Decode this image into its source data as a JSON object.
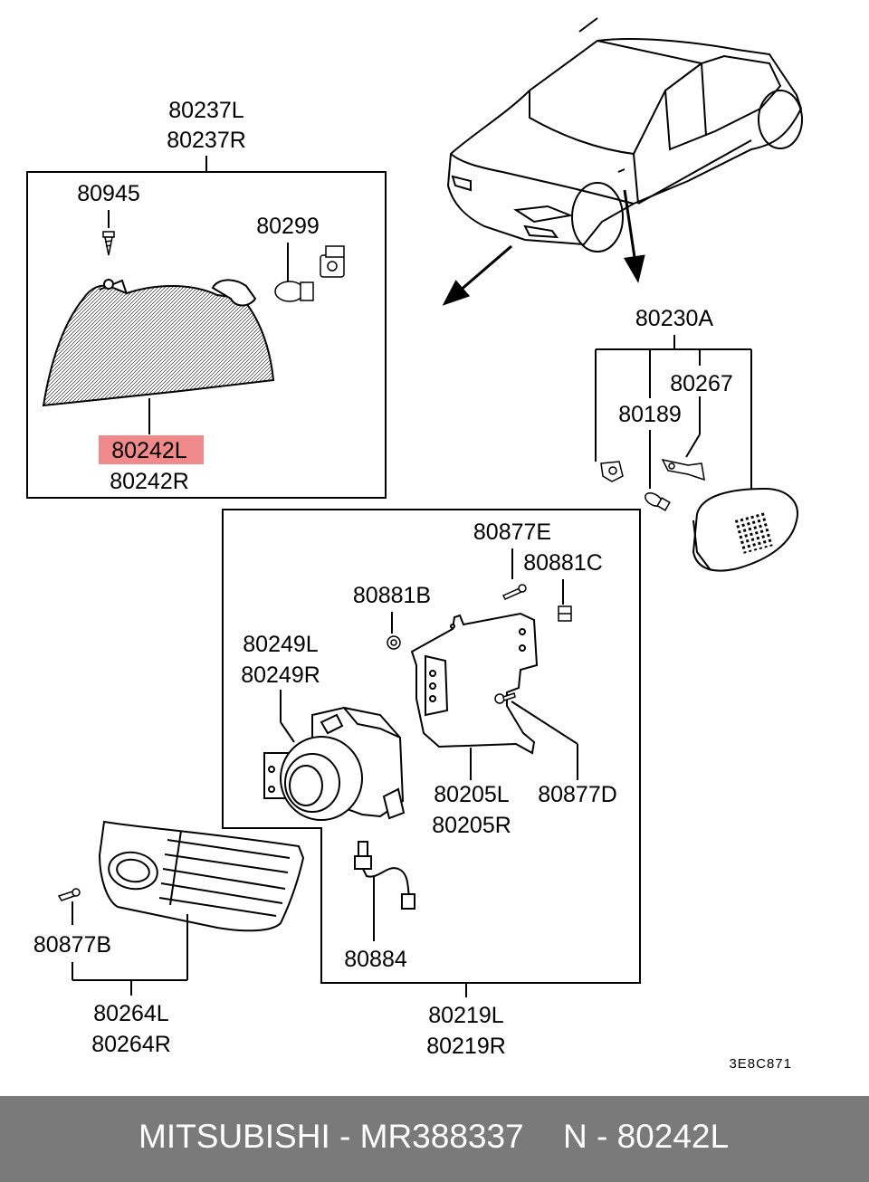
{
  "diagram": {
    "labels": {
      "l_80237L": "80237L",
      "l_80237R": "80237R",
      "l_80945": "80945",
      "l_80299": "80299",
      "l_80242L": "80242L",
      "l_80242R": "80242R",
      "l_80230A": "80230A",
      "l_80267": "80267",
      "l_80189": "80189",
      "l_80877E": "80877E",
      "l_80881C": "80881C",
      "l_80881B": "80881B",
      "l_80249L": "80249L",
      "l_80249R": "80249R",
      "l_80205L": "80205L",
      "l_80205R": "80205R",
      "l_80877D": "80877D",
      "l_80877B": "80877B",
      "l_80884": "80884",
      "l_80264L": "80264L",
      "l_80264R": "80264R",
      "l_80219L": "80219L",
      "l_80219R": "80219R"
    },
    "diagram_code": "3E8C871",
    "highlight_color": "#f08a8a"
  },
  "footer": {
    "brand_part": "MITSUBISHI - MR388337",
    "ref": "N - 80242L",
    "background": "#7a7a7a"
  }
}
